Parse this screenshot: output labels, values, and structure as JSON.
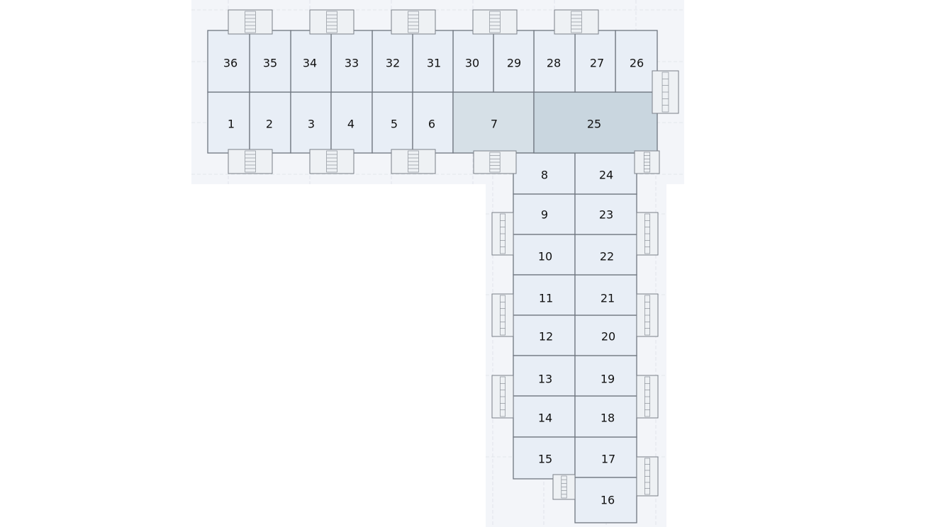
{
  "plan": {
    "colors": {
      "background": "#f3f5f9",
      "unit": "#e8eef6",
      "unit_highlight": "#d6e0e7",
      "unit_selected": "#c9d6df",
      "wall": "#6f7680"
    },
    "units": [
      {
        "label": "1",
        "state": "available"
      },
      {
        "label": "2",
        "state": "available"
      },
      {
        "label": "3",
        "state": "available"
      },
      {
        "label": "4",
        "state": "available"
      },
      {
        "label": "5",
        "state": "available"
      },
      {
        "label": "6",
        "state": "available"
      },
      {
        "label": "7",
        "state": "highlighted"
      },
      {
        "label": "8",
        "state": "available"
      },
      {
        "label": "9",
        "state": "available"
      },
      {
        "label": "10",
        "state": "available"
      },
      {
        "label": "11",
        "state": "available"
      },
      {
        "label": "12",
        "state": "available"
      },
      {
        "label": "13",
        "state": "available"
      },
      {
        "label": "14",
        "state": "available"
      },
      {
        "label": "15",
        "state": "available"
      },
      {
        "label": "16",
        "state": "available"
      },
      {
        "label": "17",
        "state": "available"
      },
      {
        "label": "18",
        "state": "available"
      },
      {
        "label": "19",
        "state": "available"
      },
      {
        "label": "20",
        "state": "available"
      },
      {
        "label": "21",
        "state": "available"
      },
      {
        "label": "22",
        "state": "available"
      },
      {
        "label": "23",
        "state": "available"
      },
      {
        "label": "24",
        "state": "available"
      },
      {
        "label": "25",
        "state": "selected"
      },
      {
        "label": "26",
        "state": "available"
      },
      {
        "label": "27",
        "state": "available"
      },
      {
        "label": "28",
        "state": "available"
      },
      {
        "label": "29",
        "state": "available"
      },
      {
        "label": "30",
        "state": "available"
      },
      {
        "label": "31",
        "state": "available"
      },
      {
        "label": "32",
        "state": "available"
      },
      {
        "label": "33",
        "state": "available"
      },
      {
        "label": "34",
        "state": "available"
      },
      {
        "label": "35",
        "state": "available"
      },
      {
        "label": "36",
        "state": "available"
      }
    ]
  }
}
